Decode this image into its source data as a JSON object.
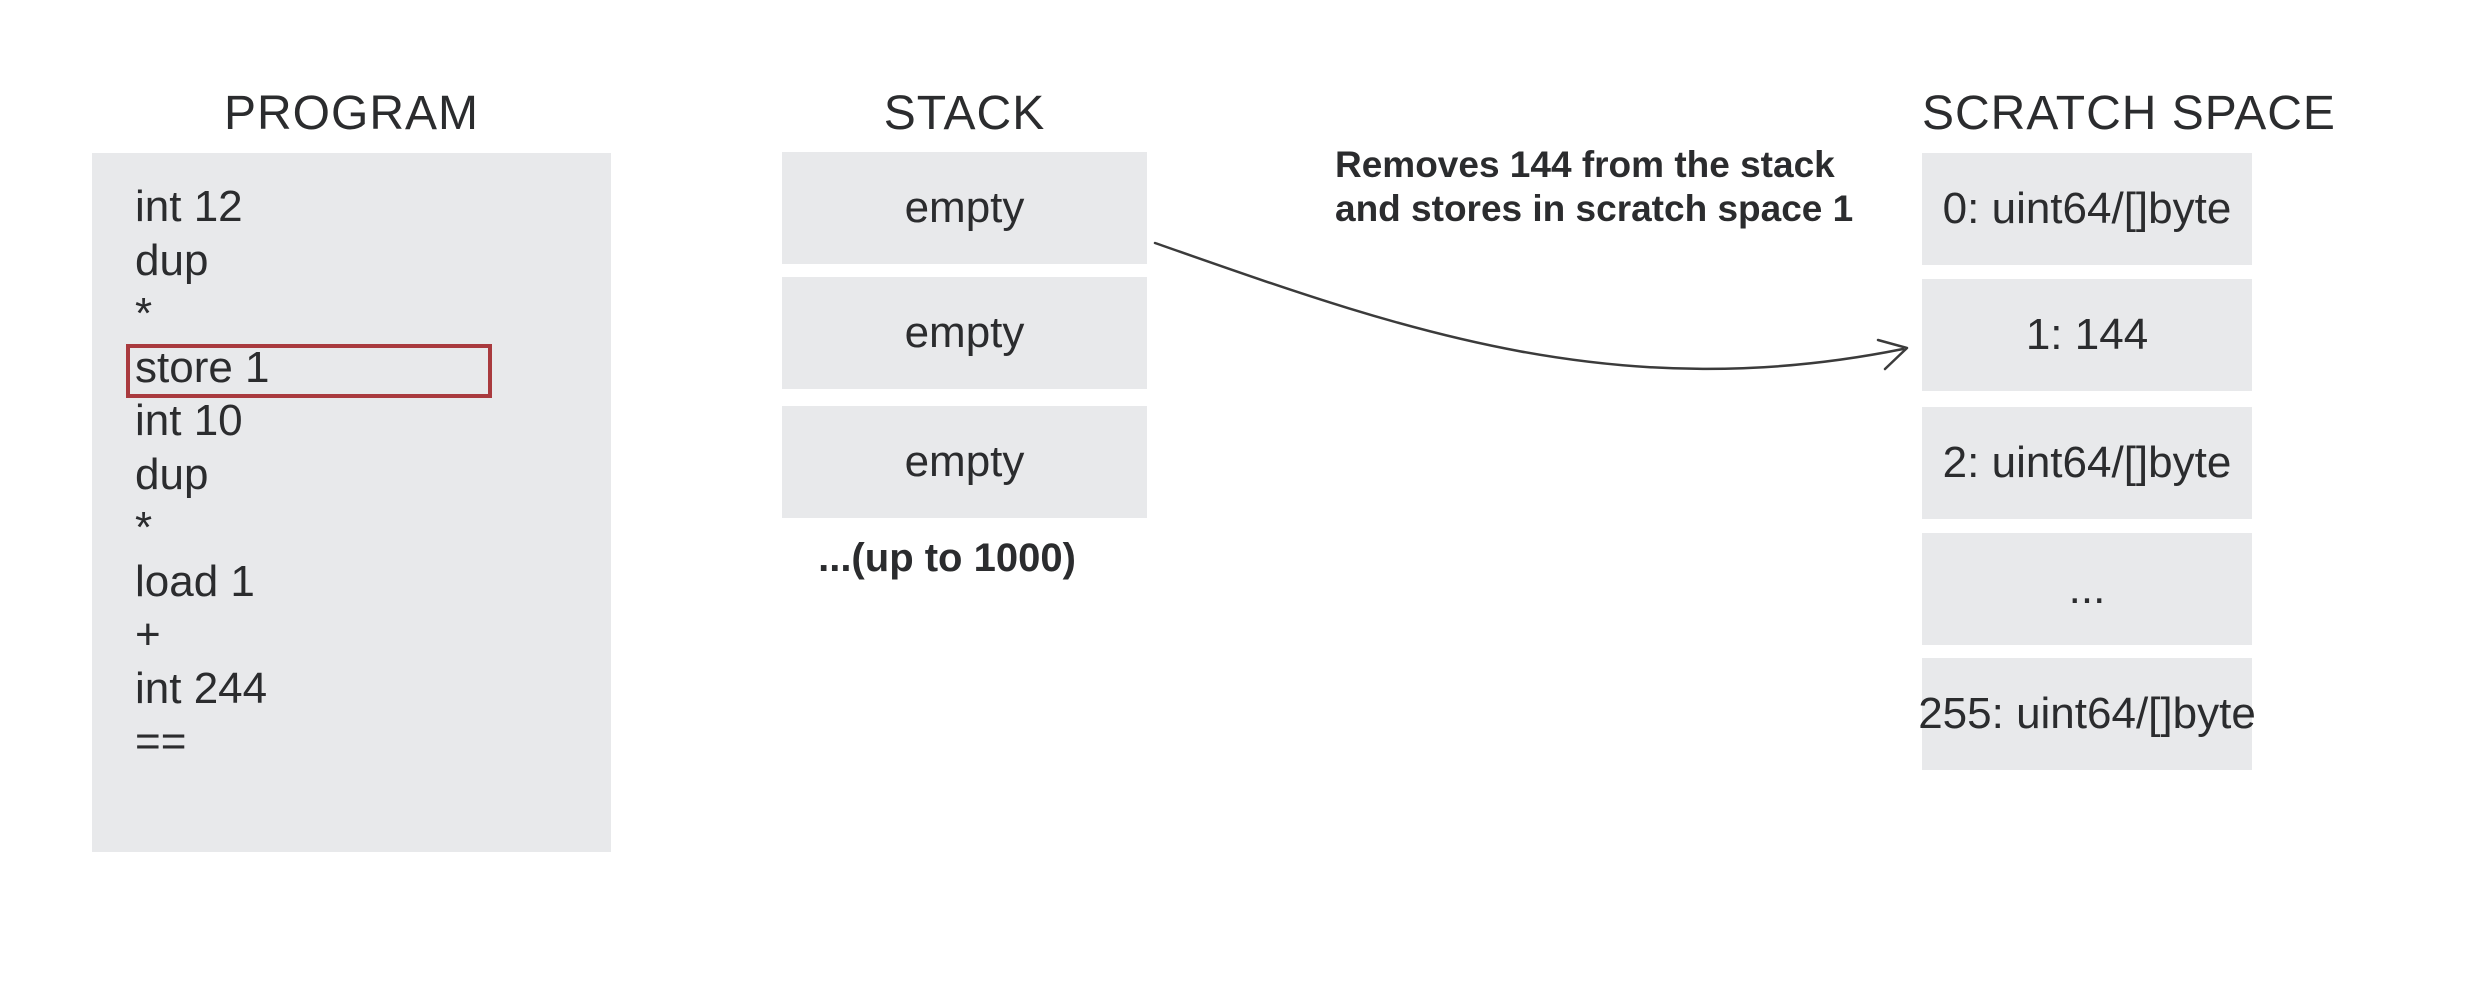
{
  "program": {
    "title": "PROGRAM",
    "lines": [
      "int 12",
      "dup",
      "*",
      "store 1",
      "int 10",
      "dup",
      "*",
      "load 1",
      "+",
      "int 244",
      "=="
    ],
    "highlighted_line": "store 1"
  },
  "stack": {
    "title": "STACK",
    "slots": [
      "empty",
      "empty",
      "empty"
    ],
    "caption": "...(up to 1000)"
  },
  "scratch": {
    "title": "SCRATCH SPACE",
    "slots": [
      "0: uint64/[]byte",
      "1: 144",
      "2: uint64/[]byte",
      "...",
      "255: uint64/[]byte"
    ]
  },
  "annotation": {
    "line1": "Removes 144 from the stack",
    "line2": "and stores in scratch space 1"
  },
  "colors": {
    "background": "#ffffff",
    "box_bg": "#e8e9eb",
    "text": "#2b2c2e",
    "highlight_border": "#a93a3e",
    "arrow": "#3b3b3b"
  }
}
